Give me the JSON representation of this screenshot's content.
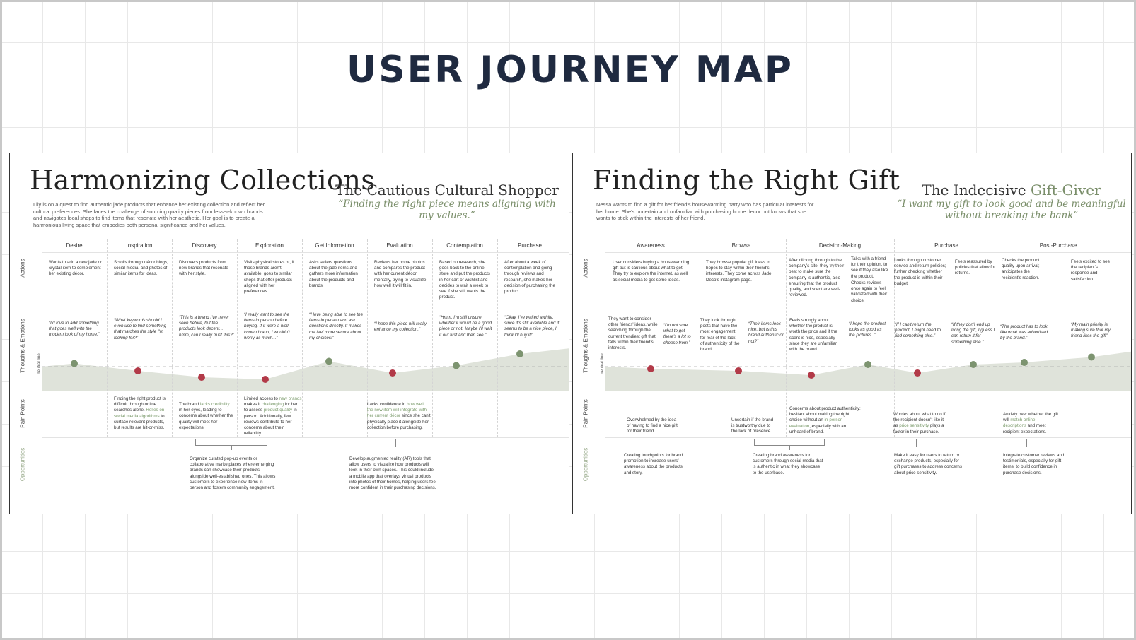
{
  "title": "USER JOURNEY MAP",
  "colors": {
    "dot_negative": "#b23a48",
    "dot_positive": "#7d9470",
    "area": "#dfe3da",
    "accent": "#7a8e6a",
    "title": "#1f2a40"
  },
  "row_labels": {
    "actions": "Actions",
    "thoughts": "Thoughts & Emotions",
    "pain": "Pain Points",
    "opportunities": "Opportunities",
    "neutral": "neutral line"
  },
  "left": {
    "title": "Harmonizing Collections",
    "intro": "Lily is on a quest to find authentic jade products that enhance her existing collection and reflect her cultural preferences. She faces the challenge of sourcing quality pieces from lesser-known brands and navigates local shops to find items that resonate with her aesthetic. Her goal is to create a harmonious living space that embodies both personal significance and her values.",
    "persona": "The Cautious Cultural Shopper",
    "quote": "“Finding the right piece means aligning with my values.”",
    "stages": [
      "Desire",
      "Inspiration",
      "Discovery",
      "Exploration",
      "Get Information",
      "Evaluation",
      "Contemplation",
      "Purchase"
    ],
    "actions": [
      "Wants to add a new jade or crystal item to complement her existing décor.",
      "Scrolls through décor blogs, social media, and photos of similar items for ideas.",
      "Discovers products from new brands that resonate with her style.",
      "Visits physical stores or, if those brands aren't available, goes to similar shops that offer products aligned with her preferences.",
      "Asks sellers questions about the jade items and gathers more information about the products and brands.",
      "Reviews her home photos and compares the product with her current décor mentally, trying to visualize how well it will fit in.",
      "Based on research, she goes back to the online store and put the products in her cart or wishlist and decides to wait a week to see if she still wants the product.",
      "After about a week of contemplation and going through reviews and research, she makes her decision of purchasing the product."
    ],
    "thoughts": [
      "“I'd love to add something that goes well with the modern look of my home.”",
      "“What keywords should I even use to find something that matches the style I'm looking for?”",
      "“This is a brand I've never seen before, but the products look decent... hmm, can I really trust this?”",
      "“I really want to see the items in person before buying. If it were a well-known brand, I wouldn't worry as much...”",
      "“I love being able to see the items in person and ask questions directly. It makes me feel more secure about my choices!”",
      "“I hope this piece will really enhance my collection.”",
      "“Hmm, I'm still unsure whether it would be a good piece or not. Maybe I'll wait it out first and then see.”",
      "“Okay, I've waited awhile, since it's still available and it seems to be a nice piece, I think I'll buy it!”"
    ],
    "emotion_scores": [
      0.3,
      -0.4,
      -1.0,
      -1.2,
      0.5,
      -0.6,
      0.1,
      1.2
    ],
    "pain_points": [
      {
        "a": "Finding the right product is difficult through online searches alone. ",
        "h": "Relies on social media algorithms",
        "b": " to surface relevant products, but results are hit-or-miss."
      },
      {
        "a": "The brand ",
        "h": "lacks credibility",
        "b": " in her eyes, leading to concerns about whether the quality will meet her expectations."
      },
      {
        "a": "Limited access to ",
        "h": "new brands",
        "b": " makes it ",
        "h2": "challenging",
        "c": " for her to assess ",
        "h3": "product quality",
        "d": " in person. Additionally, few reviews contribute to her concerns about their reliability."
      },
      {
        "a": "Lacks confidence in ",
        "h": "how well the new item will integrate with her current décor",
        "b": " since she can't physically place it alongside her collection before purchasing."
      }
    ],
    "opportunities": [
      "Organize curated pop-up events or collaborative marketplaces where emerging brands can showcase their products alongside well-established ones. This allows customers to experience new items in person and fosters community engagement.",
      "Develop augmented reality (AR) tools that allow users to visualize how products will look in their own spaces. This could include a mobile app that overlays virtual products into photos of their homes, helping users feel more confident in their purchasing decisions."
    ]
  },
  "right": {
    "title": "Finding the Right Gift",
    "intro": "Nessa wants to find a gift for her friend's housewarming party who has particular interests for her home. She's uncertain and unfamiliar with purchasing home decor but knows that she wants to stick within the interests of her friend.",
    "persona_a": "The Indecisive ",
    "persona_b": "Gift-Giver",
    "quote": "“I want my gift to look good and be meaningful without breaking the bank”",
    "stages": [
      "Awareness",
      "Browse",
      "Decision-Making",
      "Purchase",
      "Post-Purchase"
    ],
    "actions": [
      "User considers buying a housewarming gift but is cautious about what to get. They try to explore the internet, as well as social media to get some ideas.",
      "They browse popular gift ideas in hopes to stay within their friend's interests. They come across Jade Deco's instagram page.",
      "After clicking through to the company's site, they try their best to make sure the company is authentic, also ensuring that the product quality, and scent are well-reviewed.",
      "Talks with a friend for their opinion, to see if they also like the product.",
      "Checks reviews once again to feel validated with their choice.",
      "Looks through customer service and return policies; further checking whether the product is within their budget.",
      "Feels reassured by policies that allow for returns.",
      "Checks the product quality upon arrival; anticipates the recipient's reaction.",
      "Feels excited to see the recipient's response and satisfaction."
    ],
    "thoughts": [
      "They want to consider other friends' ideas, while searching through the current trendiest gift that falls within their friend's interests.",
      "“I'm not sure what to get there's a lot to choose from.”",
      "They look through posts that have the most engagement for fear of the lack of authenticity of the brand.",
      "“Their items look nice, but is this brand authentic or not?”",
      "Feels strongly about whether the product is worth the price and if the scent is nice, especially since they are unfamiliar with the brand.",
      "“I hope the product looks as good as the pictures..”",
      "“If I can't return the product, I might need to find something else.”",
      "“If they don't end up liking the gift, I guess I can return it for something else.”",
      "“The product has to look like what was advertised by the brand.”",
      "“My main priority is making sure that my friend likes the gift”"
    ],
    "emotion_scores": [
      -0.2,
      -0.4,
      -0.8,
      0.2,
      -0.6,
      0.2,
      0.4,
      0.9
    ],
    "pain_points": [
      {
        "a": "Overwhelmed by the idea of having to find a nice gift for their friend."
      },
      {
        "a": "Uncertain if the brand is trustworthy due to the lack of presence."
      },
      {
        "a": "Concerns about product authenticity; hesitant about making the right choice without an ",
        "h": "in-person evaluation",
        "b": ", especially with an unheard of brand."
      },
      {
        "a": "Worries about what to do if the recipient doesn't like it as ",
        "h": "price sensitivity",
        "b": " plays a factor in their purchase."
      },
      {
        "a": "Anxiety over whether the gift will ",
        "h": "match online descriptions",
        "b": " and meet recipient expectations."
      }
    ],
    "opportunities": [
      "Creating touchpoints for brand promotion to increase users' awareness about the products and story.",
      "Creating brand awareness for customers through social media that is authentic in what they showcase to the userbase.",
      "Make it easy for users to return or exchange products, especially for gift purchases to address concerns about price sensitivity.",
      "Integrate customer reviews and testimonials, especially for gift items, to build confidence in purchase decisions."
    ]
  }
}
